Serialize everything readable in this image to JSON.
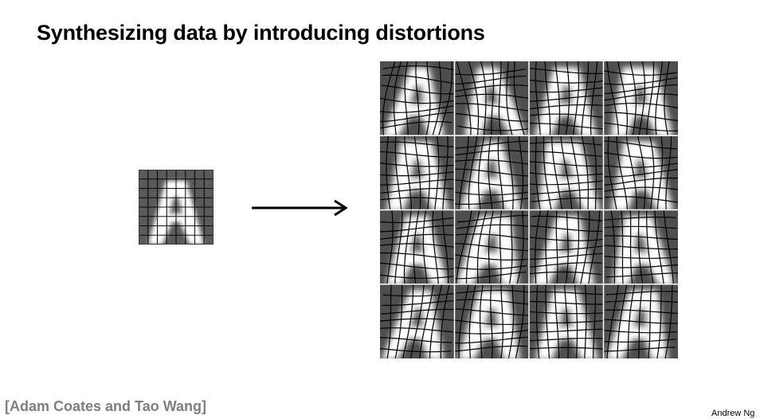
{
  "slide": {
    "title": "Synthesizing data by introducing distortions",
    "citation": "[Adam Coates and Tao Wang]",
    "author_mark": "Andrew Ng"
  },
  "figure": {
    "original_icon": "letter-a-grid-icon",
    "arrow_icon": "right-arrow-icon",
    "distorted_rows": 4,
    "distorted_cols": 4
  }
}
